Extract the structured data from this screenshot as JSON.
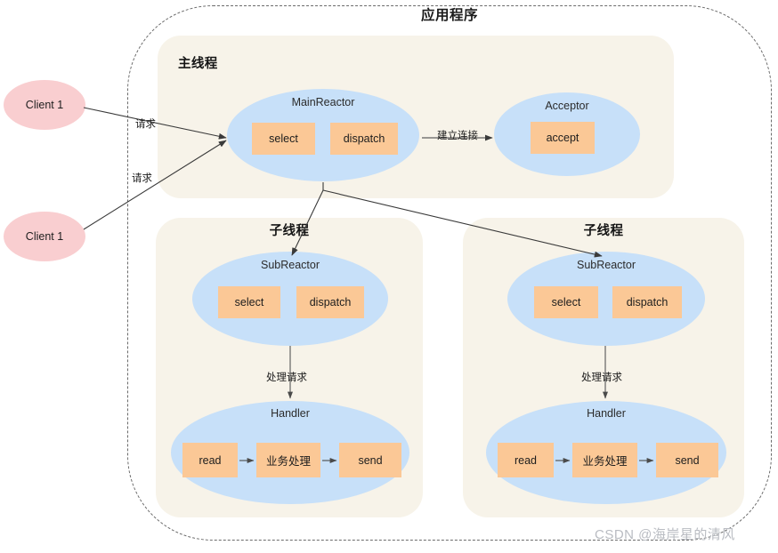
{
  "diagram": {
    "title": "应用程序",
    "watermark": "CSDN @海岸星的清风",
    "colors": {
      "panel_bg": "#f7f3e9",
      "ellipse_blue": "#c7e0f9",
      "ellipse_pink": "#f9ced0",
      "op_box": "#fbc896",
      "boundary": "#6b6b6b",
      "arrow": "#3a3a3a",
      "watermark": "#b9bcc2"
    }
  },
  "clients": [
    {
      "label": "Client 1"
    },
    {
      "label": "Client 1"
    }
  ],
  "panels": {
    "main_thread": {
      "title": "主线程",
      "main_reactor": {
        "label": "MainReactor",
        "ops": [
          {
            "label": "select"
          },
          {
            "label": "dispatch"
          }
        ]
      },
      "acceptor": {
        "label": "Acceptor",
        "ops": [
          {
            "label": "accept"
          }
        ]
      }
    },
    "sub_thread_left": {
      "title": "子线程",
      "sub_reactor": {
        "label": "SubReactor",
        "ops": [
          {
            "label": "select"
          },
          {
            "label": "dispatch"
          }
        ]
      },
      "handler": {
        "label": "Handler",
        "ops": [
          {
            "label": "read"
          },
          {
            "label": "业务处理"
          },
          {
            "label": "send"
          }
        ]
      }
    },
    "sub_thread_right": {
      "title": "子线程",
      "sub_reactor": {
        "label": "SubReactor",
        "ops": [
          {
            "label": "select"
          },
          {
            "label": "dispatch"
          }
        ]
      },
      "handler": {
        "label": "Handler",
        "ops": [
          {
            "label": "read"
          },
          {
            "label": "业务处理"
          },
          {
            "label": "send"
          }
        ]
      }
    }
  },
  "edges": {
    "request_1": "请求",
    "request_2": "请求",
    "establish_connection": "建立连接",
    "handle_request_left": "处理请求",
    "handle_request_right": "处理请求"
  }
}
